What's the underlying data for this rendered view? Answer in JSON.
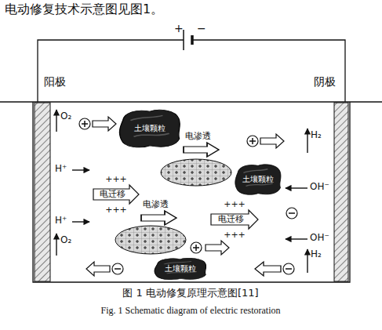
{
  "diagram": {
    "caption": "图 1 电动修复原理示意图[11]",
    "nodes": [
      {
        "text": [
          "土壤颗粒"
        ]
      },
      {
        "text": [
          "土壤颗粒"
        ]
      },
      {
        "text": [
          "+++",
          "电迁移",
          "+++"
        ]
      },
      {
        "text": [
          "+++",
          "电迁移",
          "+++"
        ]
      },
      {
        "text": [
          "土壤颗粒"
        ]
      }
    ],
    "labels": [
      "电动修复技术示意图见图1。",
      "+",
      "−",
      "阳极",
      "阴极",
      "O₂",
      "H⁺",
      "电渗透",
      "H₂",
      "OH⁻",
      "H⁺",
      "电渗透",
      "OH⁻",
      "O₂",
      "H₂",
      "Fig. 1 Schematic diagram of electric restoration"
    ]
  }
}
